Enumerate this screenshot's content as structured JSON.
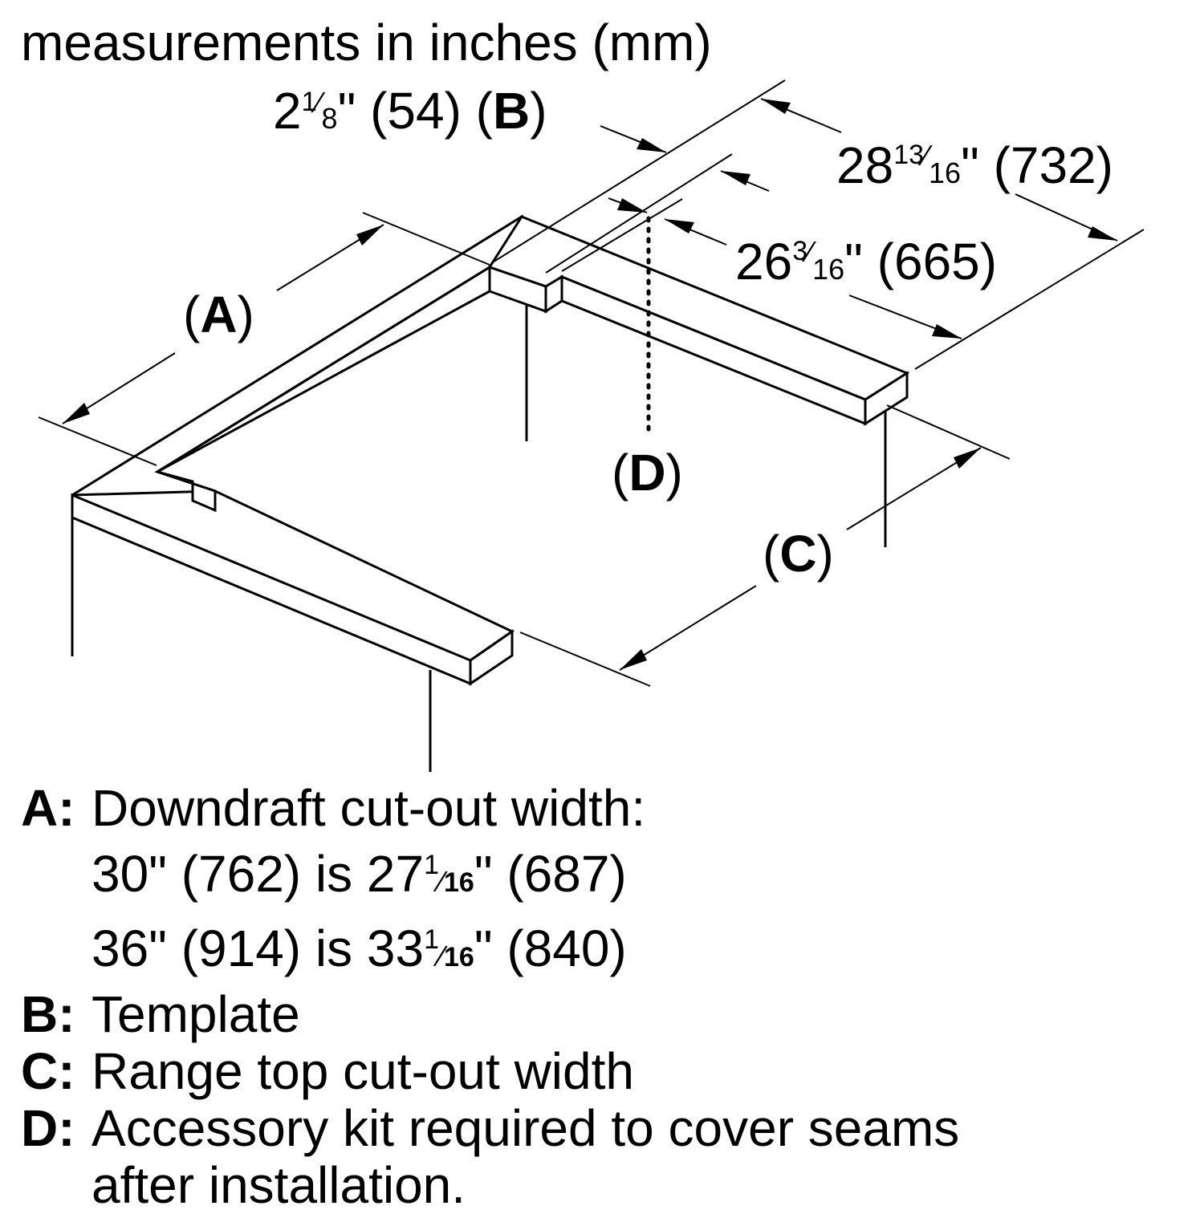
{
  "header": {
    "title": "measurements in inches (mm)"
  },
  "dimensions": {
    "b": {
      "whole": "2",
      "num": "1",
      "den": "8",
      "tail": "\" (54) (",
      "letter": "B",
      "close": ")"
    },
    "outer": {
      "whole": "28",
      "num": "13",
      "den": "16",
      "tail": "\" (732)"
    },
    "inner": {
      "whole": "26",
      "num": "3",
      "den": "16",
      "tail": "\" (665)"
    }
  },
  "callouts": {
    "a": {
      "open": "(",
      "letter": "A",
      "close": ")"
    },
    "c": {
      "open": "(",
      "letter": "C",
      "close": ")"
    },
    "d": {
      "open": "(",
      "letter": "D",
      "close": ")"
    }
  },
  "legend": {
    "a": {
      "key": "A:",
      "line1": "Downdraft cut-out width:",
      "line2_pre": "30\" (762) is 27",
      "line2_num": "1",
      "line2_den": "16",
      "line2_post": "\" (687)",
      "line3_pre": "36\" (914) is 33",
      "line3_num": "1",
      "line3_den": "16",
      "line3_post": "\" (840)"
    },
    "b": {
      "key": "B:",
      "text": "Template"
    },
    "c": {
      "key": "C:",
      "text": "Range top cut-out width"
    },
    "d": {
      "key": "D:",
      "line1": "Accessory kit required to cover seams",
      "line2": "after installation."
    }
  }
}
